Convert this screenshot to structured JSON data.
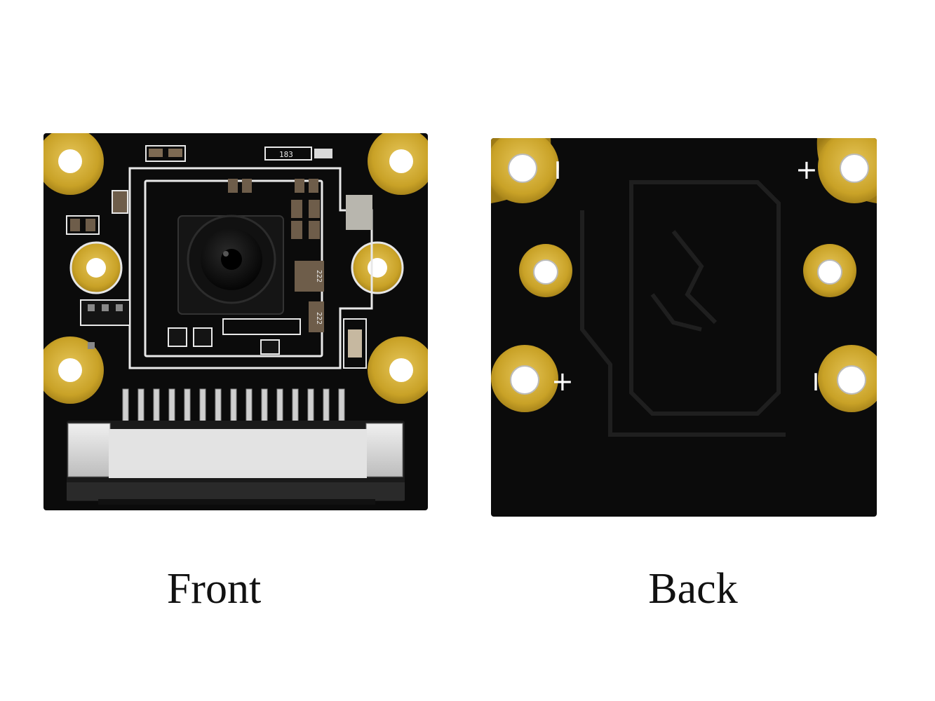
{
  "captions": {
    "front": "Front",
    "back": "Back"
  },
  "front_board": {
    "smd_labels": [
      "183",
      "222",
      "222"
    ]
  },
  "back_board": {
    "polarity_marks": [
      "I",
      "+",
      "+",
      "I"
    ]
  },
  "colors": {
    "background": "#ffffff",
    "pcb": "#0b0b0b",
    "gold_pad": "#c9a227",
    "silkscreen": "#e8e8e8",
    "connector": "#d9d9d9"
  }
}
